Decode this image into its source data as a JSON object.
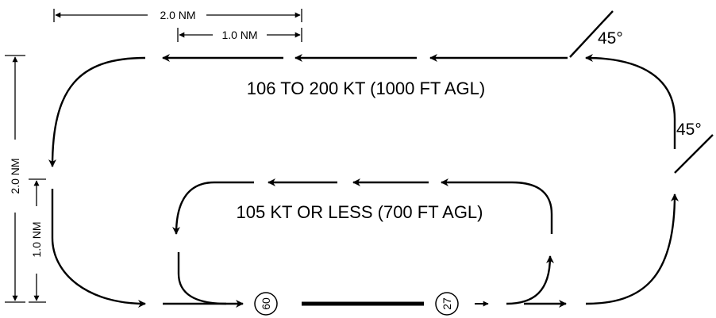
{
  "dimensions": {
    "horizontal_outer": "2.0 NM",
    "horizontal_inner": "1.0 NM",
    "vertical_outer": "2.0 NM",
    "vertical_inner": "1.0 NM"
  },
  "patterns": {
    "outer_label": "106 TO 200 KT (1000 FT AGL)",
    "inner_label": "105 KT OR LESS  (700 FT AGL)"
  },
  "entry_angles": {
    "top": "45°",
    "right": "45°"
  },
  "runway": {
    "left_end": "60",
    "right_end": "27"
  }
}
